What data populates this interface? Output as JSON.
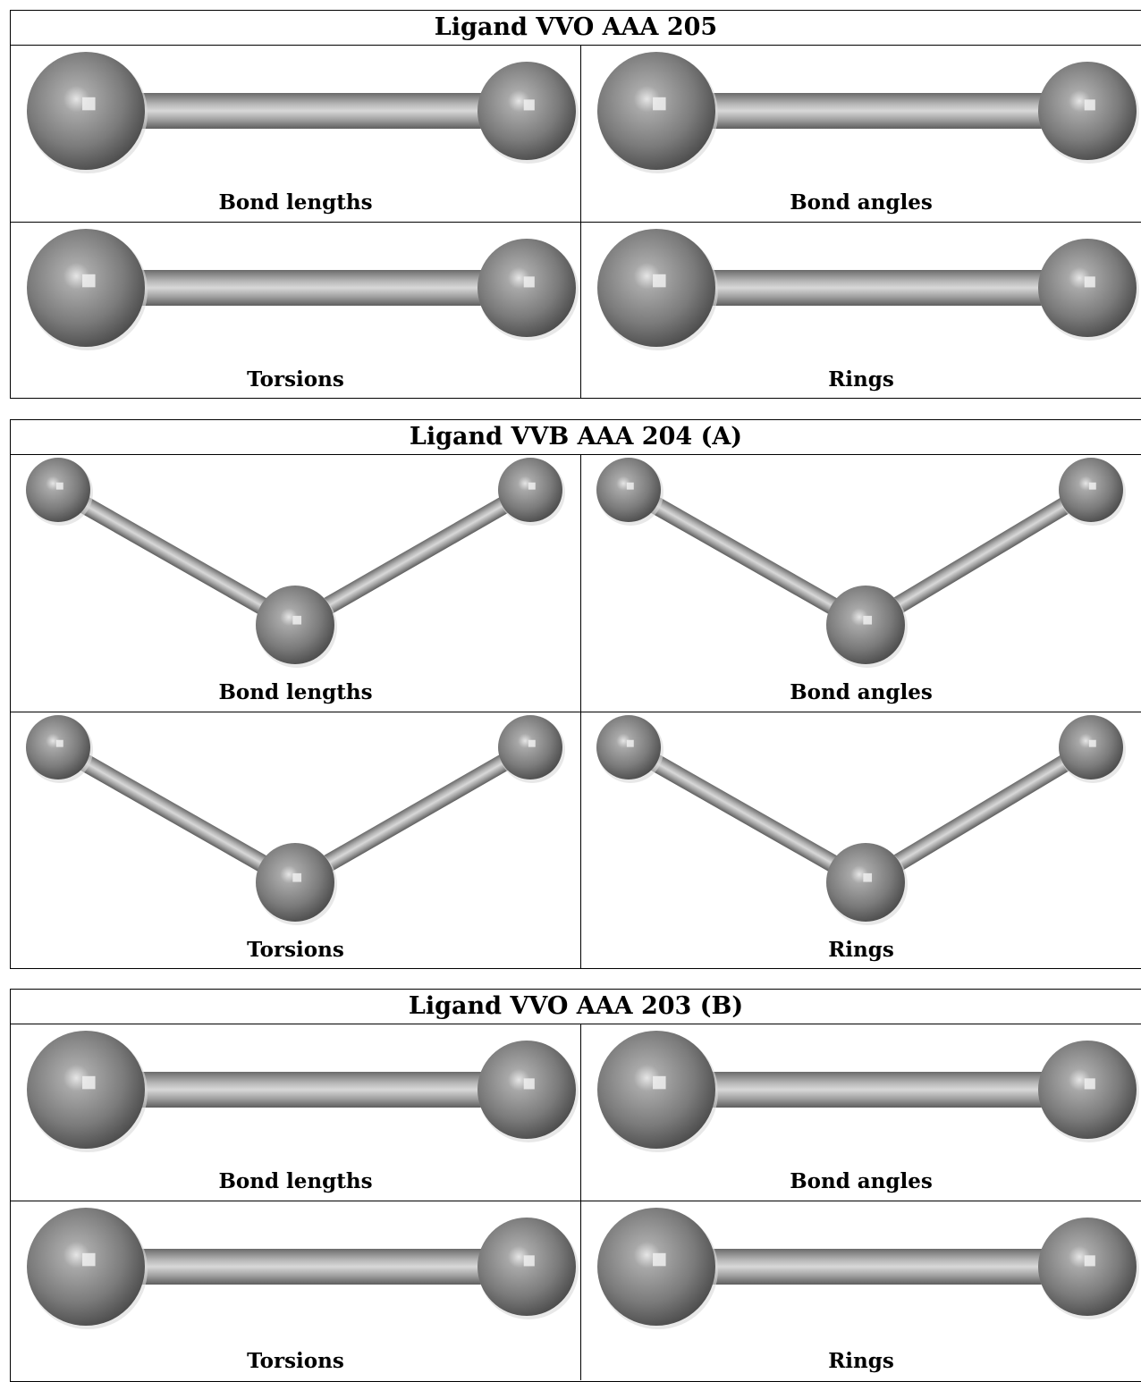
{
  "panels": [
    {
      "title": "Ligand VVO AAA 205",
      "shape": "linear",
      "cells": [
        "Bond lengths",
        "Bond angles",
        "Torsions",
        "Rings"
      ]
    },
    {
      "title": "Ligand VVB AAA 204 (A)",
      "shape": "bent",
      "cells": [
        "Bond lengths",
        "Bond angles",
        "Torsions",
        "Rings"
      ]
    },
    {
      "title": "Ligand VVO AAA 203 (B)",
      "shape": "linear",
      "cells": [
        "Bond lengths",
        "Bond angles",
        "Torsions",
        "Rings"
      ]
    }
  ],
  "colors": {
    "atom": "#7a7a7a",
    "bond": "#9a9a9a",
    "border": "#000000"
  }
}
